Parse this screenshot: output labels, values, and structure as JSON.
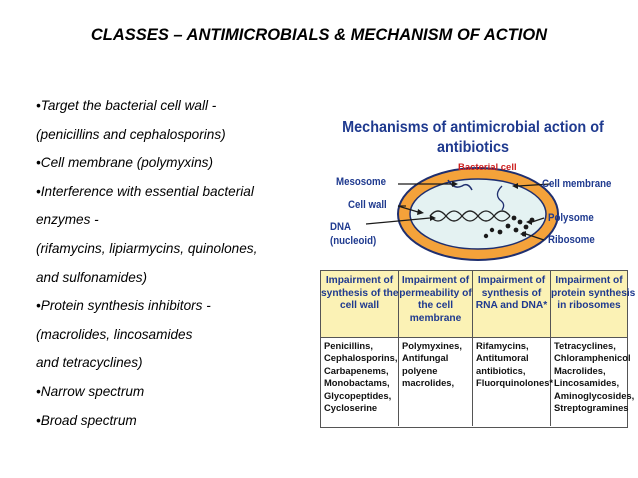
{
  "slide": {
    "title": "CLASSES – ANTIMICROBIALS & MECHANISM OF ACTION",
    "bullets": [
      "•Target the bacterial cell wall -",
      "(penicillins and cephalosporins)",
      "•Cell membrane (polymyxins)",
      "•Interference with essential bacterial",
      "enzymes -",
      "(rifamycins, lipiarmycins, quinolones,",
      "and sulfonamides)",
      "•Protein synthesis inhibitors -",
      "(macrolides, lincosamides",
      "and tetracyclines)",
      "•Narrow spectrum",
      "•Broad spectrum"
    ]
  },
  "figure": {
    "title_line1": "Mechanisms of antimicrobial action of",
    "title_line2": "antibiotics",
    "bacterial_cell": "Bacterial cell",
    "labels": {
      "mesosome": "Mesosome",
      "cell_wall": "Cell wall",
      "dna_line1": "DNA",
      "dna_line2": "(nucleoid)",
      "cell_membrane": "Cell membrane",
      "polysome": "Polysome",
      "ribosome": "Ribosome"
    },
    "colors": {
      "label_blue": "#1f3a8f",
      "cell_fill": "#f4a23a",
      "cytoplasm": "#e4f2f2",
      "cell_outline": "#1f2f6f",
      "table_header": "#fbf2b5",
      "bacterial_cell_red": "#cc1f1f"
    },
    "table": {
      "headers": [
        [
          "Impairment of",
          "synthesis of the",
          "cell wall"
        ],
        [
          "Impairment of",
          "permeability of",
          "the cell",
          "membrane"
        ],
        [
          "Impairment of",
          "synthesis of",
          "RNA and DNA*"
        ],
        [
          "Impairment of",
          "protein synthesis",
          "in ribosomes"
        ]
      ],
      "cells": [
        [
          "Penicillins,",
          "Cephalosporins,",
          "Carbapenems,",
          "Monobactams,",
          "Glycopeptides,",
          "Cycloserine"
        ],
        [
          "Polymyxines,",
          "Antifungal",
          "polyene",
          "macrolides,"
        ],
        [
          "Rifamycins,",
          "Antitumoral",
          "antibiotics,",
          "Fluorquinolones*"
        ],
        [
          "Tetracyclines,",
          "Chloramphenicol",
          "Macrolides,",
          "Lincosamides,",
          "Aminoglycosides,",
          "Streptogramines"
        ]
      ]
    }
  }
}
